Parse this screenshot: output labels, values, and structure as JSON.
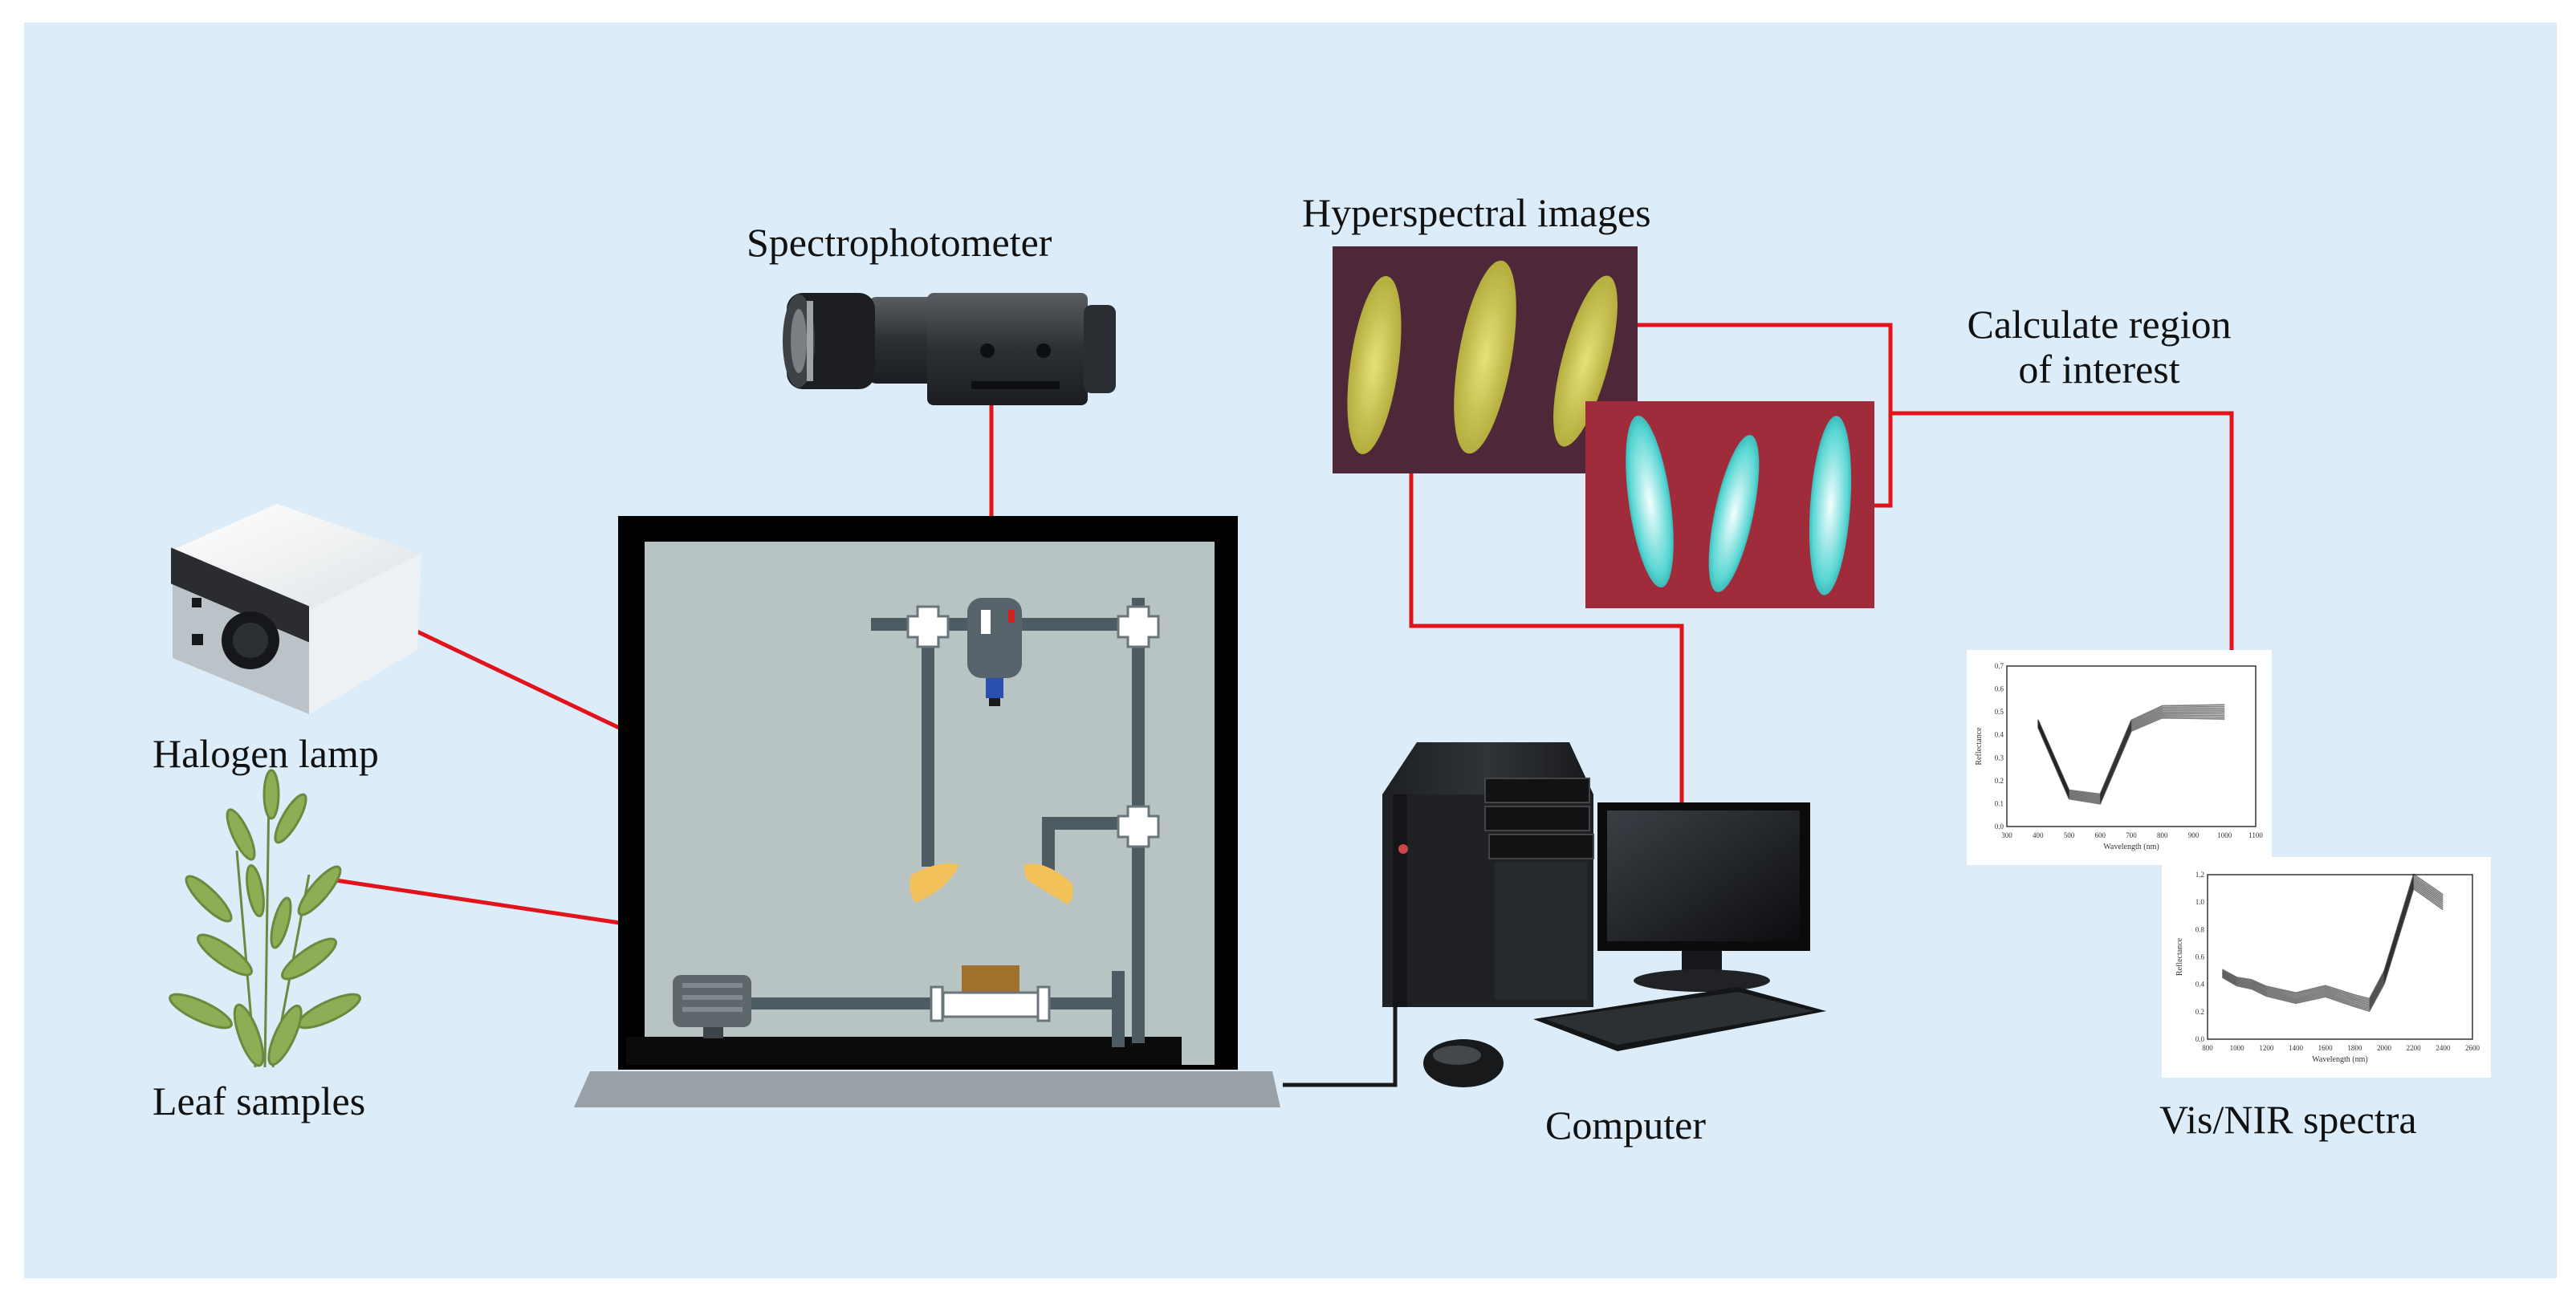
{
  "labels": {
    "spectrophotometer": "Spectrophotometer",
    "hyperspectral_images": "Hyperspectral images",
    "calculate_roi_line1": "Calculate region",
    "calculate_roi_line2": "of interest",
    "halogen_lamp": "Halogen lamp",
    "leaf_samples": "Leaf samples",
    "computer": "Computer",
    "vis_nir_spectra": "Vis/NIR spectra"
  },
  "colors": {
    "background": "#dcecf8",
    "connector": "#e3131b",
    "cable": "#1a1a1a",
    "chamber_frame": "#000000",
    "chamber_interior": "#b7c4c3",
    "rail": "#4d5b63",
    "lamp_light": "#f2c15a"
  },
  "icons": {
    "spectrophotometer": "camera-icon",
    "halogen_lamp": "lamp-box-icon",
    "leaf_samples": "plant-icon",
    "computer": "desktop-computer-icon",
    "hyperspectral_rgb": "leaf-image-icon",
    "hyperspectral_roi": "roi-image-icon"
  },
  "chart_data": [
    {
      "type": "line",
      "x": [
        400,
        500,
        600,
        700,
        800,
        900,
        1000
      ],
      "series": [
        {
          "values": [
            0.45,
            0.14,
            0.12,
            0.44,
            0.5,
            0.5,
            0.5
          ]
        }
      ],
      "xlabel": "Wavelength (nm)",
      "ylabel": "Reflectance",
      "xlim": [
        300,
        1100
      ],
      "ylim": [
        0,
        0.7
      ],
      "xticks": [
        "300",
        "400",
        "500",
        "600",
        "700",
        "800",
        "900",
        "1000",
        "1100"
      ],
      "yticks": [
        "0.0",
        "0.1",
        "0.2",
        "0.3",
        "0.4",
        "0.5",
        "0.6",
        "0.7"
      ]
    },
    {
      "type": "line",
      "x": [
        900,
        1000,
        1100,
        1200,
        1400,
        1600,
        1800,
        1900,
        2000,
        2100,
        2200,
        2400
      ],
      "series": [
        {
          "values": [
            0.48,
            0.42,
            0.4,
            0.35,
            0.3,
            0.35,
            0.28,
            0.25,
            0.45,
            0.8,
            1.15,
            1.0
          ]
        }
      ],
      "xlabel": "Wavelength (nm)",
      "ylabel": "Reflectance",
      "xlim": [
        800,
        2600
      ],
      "ylim": [
        0,
        1.2
      ],
      "xticks": [
        "800",
        "1000",
        "1200",
        "1400",
        "1600",
        "1800",
        "2000",
        "2200",
        "2400",
        "2600"
      ],
      "yticks": [
        "0.0",
        "0.2",
        "0.4",
        "0.6",
        "0.8",
        "1.0",
        "1.2"
      ]
    }
  ]
}
